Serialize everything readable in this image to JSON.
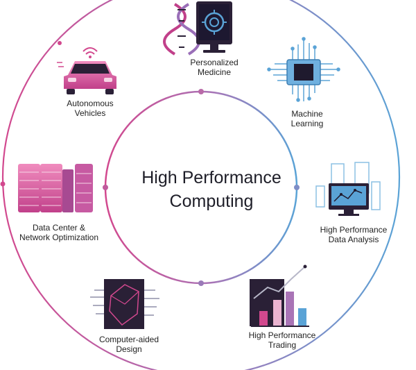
{
  "center": {
    "title_line1": "High Performance",
    "title_line2": "Computing"
  },
  "colors": {
    "pink": "#d2488e",
    "magenta": "#a74a92",
    "purple": "#9a6fb8",
    "blue": "#5aa3d6",
    "dark": "#2a2036",
    "light_pink": "#eab3d0",
    "light_blue": "#b8d9ef"
  },
  "applications": [
    {
      "id": "personalized-medicine",
      "icon": "dna-microscope-icon",
      "lines": [
        "Personalized",
        "Medicine"
      ]
    },
    {
      "id": "machine-learning",
      "icon": "processor-chip-icon",
      "lines": [
        "Machine",
        "Learning"
      ]
    },
    {
      "id": "data-analysis",
      "icon": "monitor-city-icon",
      "lines": [
        "High Performance",
        "Data Analysis"
      ]
    },
    {
      "id": "trading",
      "icon": "bar-chart-icon",
      "lines": [
        "High Performance",
        "Trading"
      ]
    },
    {
      "id": "cad",
      "icon": "mesh-chip-icon",
      "lines": [
        "Computer-aided",
        "Design"
      ]
    },
    {
      "id": "data-center",
      "icon": "server-racks-icon",
      "lines": [
        "Data Center &",
        "Network Optimization"
      ]
    },
    {
      "id": "autonomous-vehicles",
      "icon": "connected-car-icon",
      "lines": [
        "Autonomous",
        "Vehicles"
      ]
    }
  ]
}
